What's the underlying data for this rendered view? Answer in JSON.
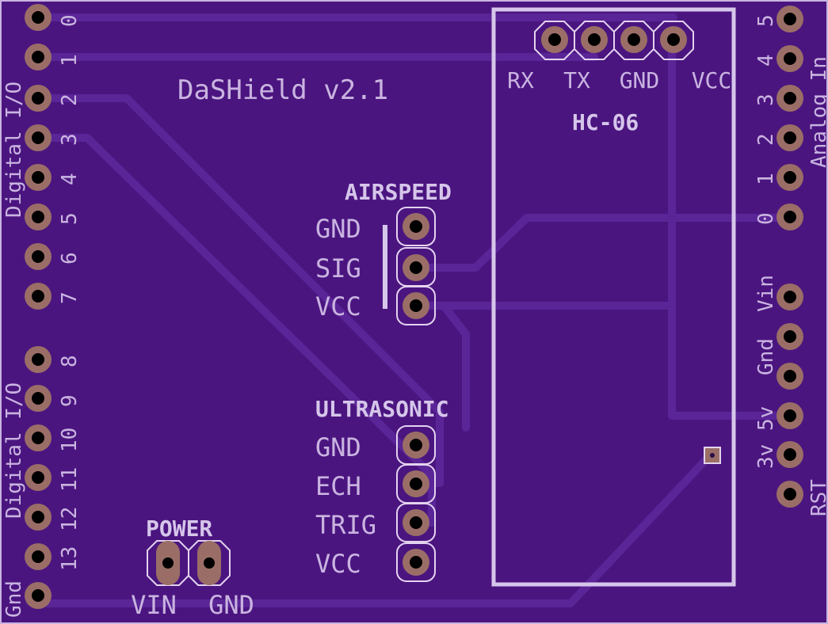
{
  "board": {
    "title": "DaSHield v2.1",
    "colors": {
      "board": "#4b1580",
      "trace": "#5a2597",
      "silk": "#c9b4e0",
      "pad": "#9a6e66",
      "pad_ring": "#e3d3ef"
    }
  },
  "left_header": {
    "group_top": "Digital I/O",
    "group_bottom": "Digital I/O",
    "gnd_label": "Gnd",
    "pins_top": [
      "0",
      "1",
      "2",
      "3",
      "4",
      "5",
      "6",
      "7"
    ],
    "pins_bottom": [
      "8",
      "9",
      "10",
      "11",
      "12",
      "13"
    ]
  },
  "right_header": {
    "analog_group": "Analog In",
    "analog_pins": [
      "5",
      "4",
      "3",
      "2",
      "1",
      "0"
    ],
    "power_labels": [
      "Vin",
      "Gnd",
      "5v",
      "3v"
    ],
    "rst_label": "RST"
  },
  "bluetooth": {
    "name": "HC-06",
    "pins": [
      "RX",
      "TX",
      "GND",
      "VCC"
    ]
  },
  "airspeed": {
    "title": "AIRSPEED",
    "pins": [
      "GND",
      "SIG",
      "VCC"
    ]
  },
  "ultrasonic": {
    "title": "ULTRASONIC",
    "pins": [
      "GND",
      "ECH",
      "TRIG",
      "VCC"
    ]
  },
  "power": {
    "title": "POWER",
    "pins": [
      "VIN",
      "GND"
    ]
  }
}
